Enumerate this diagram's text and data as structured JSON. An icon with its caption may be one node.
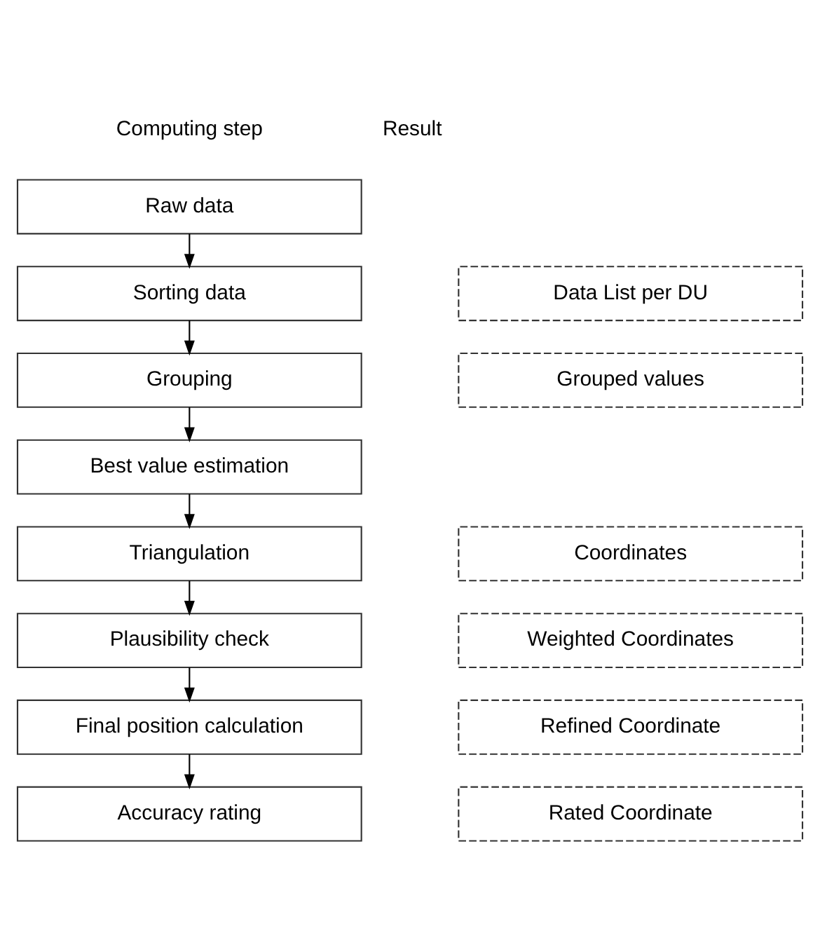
{
  "diagram": {
    "nodes": [
      {
        "text": [
          "Raw data"
        ]
      },
      {
        "text": [
          "Sorting data"
        ]
      },
      {
        "text": [
          "Grouping"
        ]
      },
      {
        "text": [
          "Best value estimation"
        ]
      },
      {
        "text": [
          "Triangulation"
        ]
      },
      {
        "text": [
          "Plausibility check"
        ]
      },
      {
        "text": [
          "Final position calculation"
        ]
      },
      {
        "text": [
          "Accuracy rating"
        ]
      },
      {
        "text": [
          "Data List per DU"
        ]
      },
      {
        "text": [
          "Grouped values"
        ]
      },
      {
        "text": [
          "Coordinates"
        ]
      },
      {
        "text": [
          "Weighted Coordinates"
        ]
      },
      {
        "text": [
          "Refined Coordinate"
        ]
      },
      {
        "text": [
          "Rated Coordinate"
        ]
      }
    ],
    "edges": [
      {
        "from": 0,
        "to": 1,
        "arrow": "to"
      },
      {
        "from": 1,
        "to": 2,
        "arrow": "to"
      },
      {
        "from": 2,
        "to": 3,
        "arrow": "to"
      },
      {
        "from": 3,
        "to": 4,
        "arrow": "to"
      },
      {
        "from": 4,
        "to": 5,
        "arrow": "to"
      },
      {
        "from": 5,
        "to": 6,
        "arrow": "to"
      },
      {
        "from": 6,
        "to": 7,
        "arrow": "to"
      }
    ],
    "labels": [
      "Computing step",
      "Result"
    ]
  }
}
